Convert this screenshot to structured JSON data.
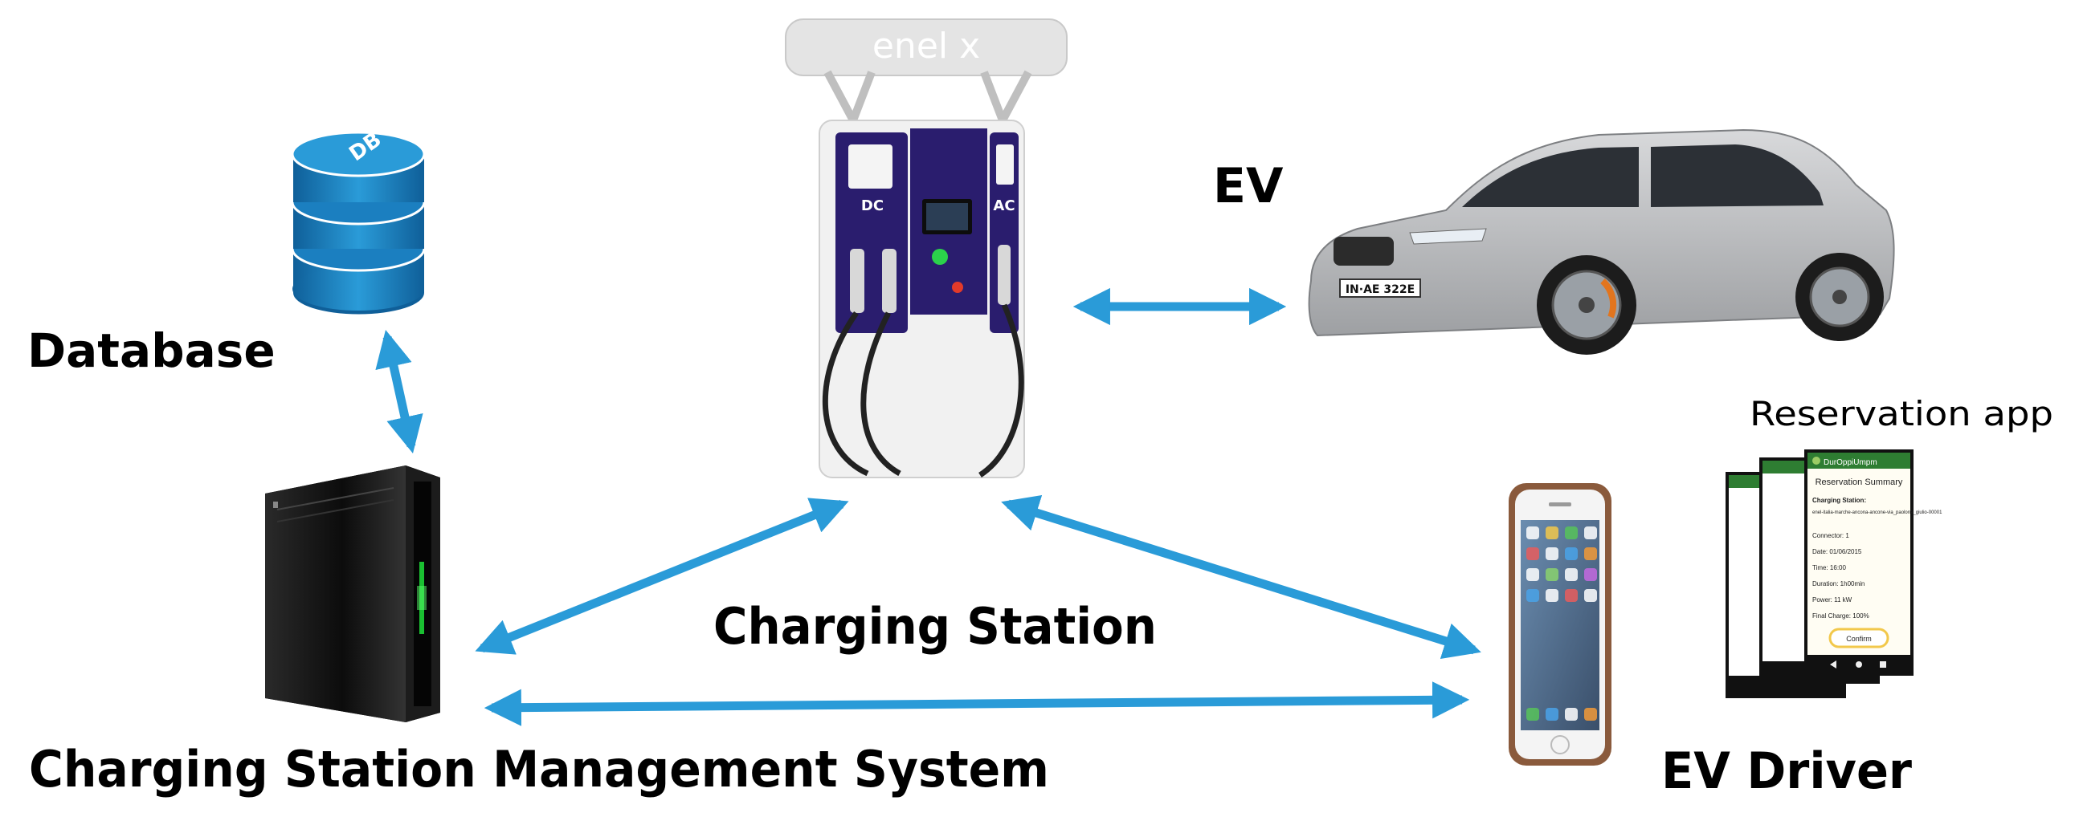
{
  "labels": {
    "database": "Database",
    "csms": "Charging Station Management System",
    "charging_station": "Charging Station",
    "ev": "EV",
    "ev_driver": "EV Driver",
    "reservation_app": "Reservation app"
  },
  "db_icon_text": "DB",
  "charger": {
    "brand": "enel x",
    "dc_label": "DC",
    "ac_label": "AC"
  },
  "car": {
    "plate": "IN·AE 322E"
  },
  "app": {
    "header": "DurOppiUmpm",
    "title": "Reservation Summary",
    "rows": [
      "Charging Station:",
      "enel-italia-marche-ancona-ancone-via_paolone_giulio-00001",
      "Connector: 1",
      "Date: 01/06/2015",
      "Time: 16:00",
      "Duration: 1h00min",
      "Power: 11 kW",
      "Final Charge: 100%"
    ],
    "confirm": "Confirm"
  },
  "colors": {
    "arrow": "#2a9bd8",
    "db_blue": "#1b7fc0",
    "charger_panel": "#2a1d6e",
    "server_black": "#111111",
    "app_green": "#2e7d32"
  },
  "icons": [
    "database-icon",
    "server-icon",
    "charging-station-icon",
    "car-icon",
    "smartphone-icon",
    "app-screens-icon"
  ]
}
